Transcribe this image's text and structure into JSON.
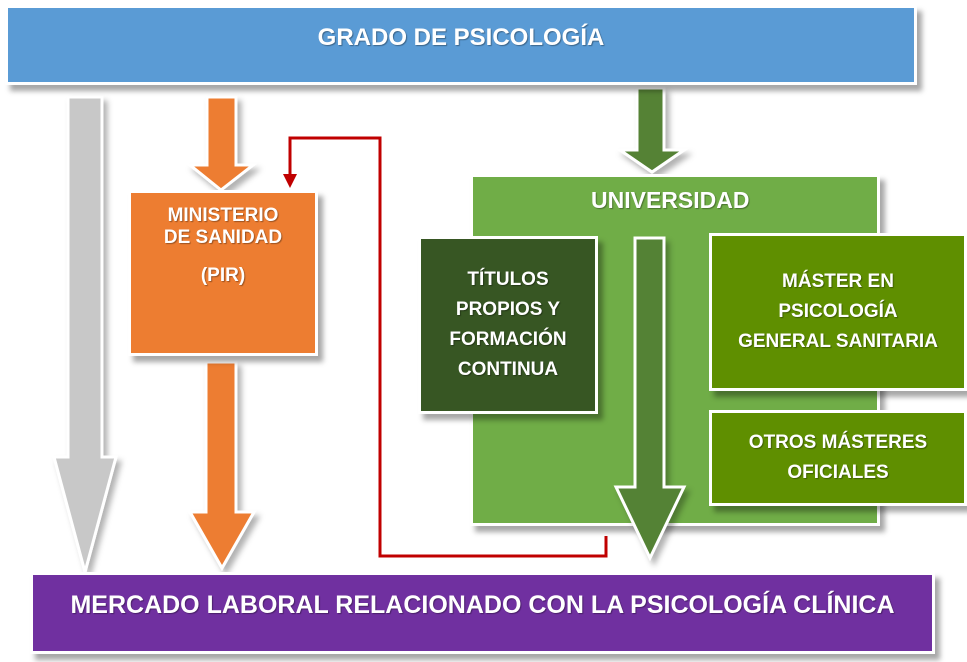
{
  "nodes": {
    "grado": "GRADO DE PSICOLOGÍA",
    "ministerio": [
      "MINISTERIO",
      "DE SANIDAD",
      "(PIR)"
    ],
    "universidad": "UNIVERSIDAD",
    "titulos": [
      "TÍTULOS",
      "PROPIOS Y",
      "FORMACIÓN",
      "CONTINUA"
    ],
    "master": [
      "MÁSTER EN",
      "PSICOLOGÍA",
      "GENERAL SANITARIA"
    ],
    "otros": [
      "OTROS MÁSTERES",
      "OFICIALES"
    ],
    "mercado": "MERCADO LABORAL RELACIONADO CON LA PSICOLOGÍA CLÍNICA"
  },
  "colors": {
    "grado": "#5a9bd5",
    "mercado": "#7030a0",
    "ministerio": "#ed7d31",
    "universidad": "#70ad47",
    "titulos": "#375623",
    "masters": "#5f8f00",
    "arrow_gray": "#c8c8c8",
    "arrow_orange": "#ed7d31",
    "arrow_green": "#548235",
    "connector_red": "#c00000"
  },
  "edges": [
    {
      "from": "grado",
      "to": "mercado",
      "style": "gray-arrow"
    },
    {
      "from": "grado",
      "to": "ministerio",
      "style": "orange-arrow"
    },
    {
      "from": "ministerio",
      "to": "mercado",
      "style": "orange-arrow"
    },
    {
      "from": "grado",
      "to": "universidad",
      "style": "green-arrow"
    },
    {
      "from": "universidad",
      "to": "mercado",
      "style": "green-arrow"
    },
    {
      "from": "universidad",
      "to": "ministerio",
      "style": "red-elbow-connector"
    }
  ]
}
